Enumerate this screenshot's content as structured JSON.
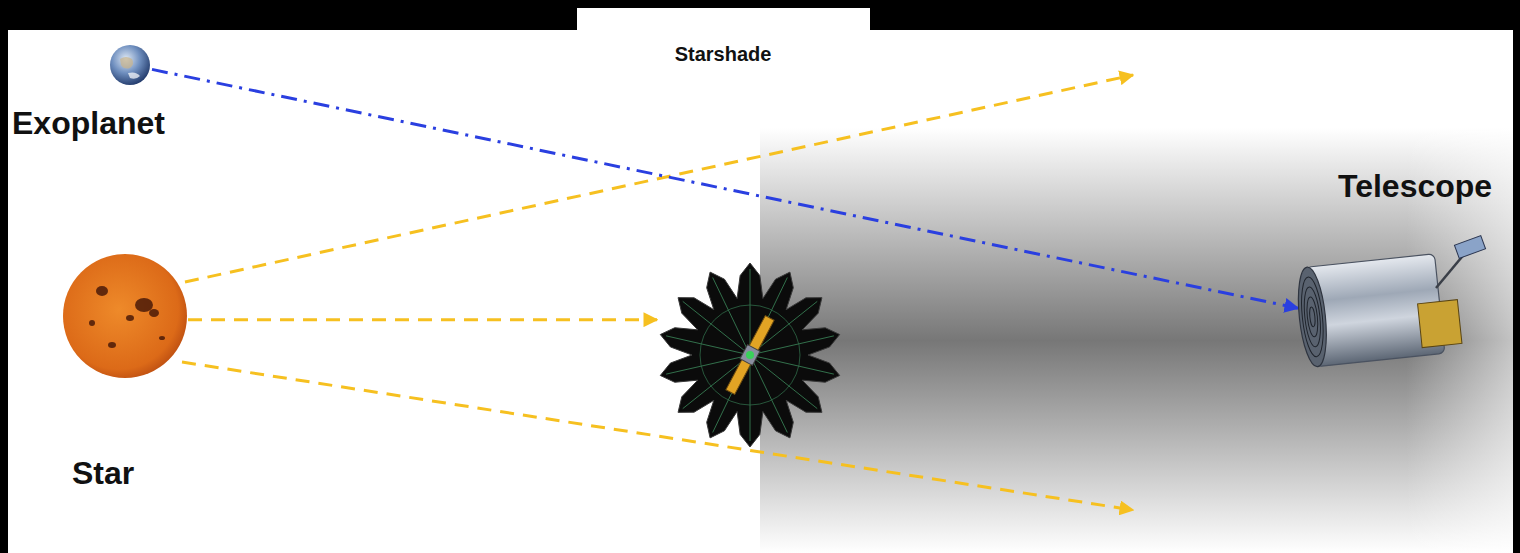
{
  "diagram": {
    "nodes": [
      {
        "text": [
          "Exoplanet"
        ]
      },
      {
        "text": [
          "Star"
        ]
      },
      {
        "text": [
          "Starshade"
        ]
      },
      {
        "text": [
          "Telescope"
        ]
      }
    ],
    "edges": [
      {
        "from": 0,
        "to": 3,
        "arrow": "to"
      },
      {
        "from": 1,
        "to": 2,
        "arrow": "to"
      }
    ]
  }
}
